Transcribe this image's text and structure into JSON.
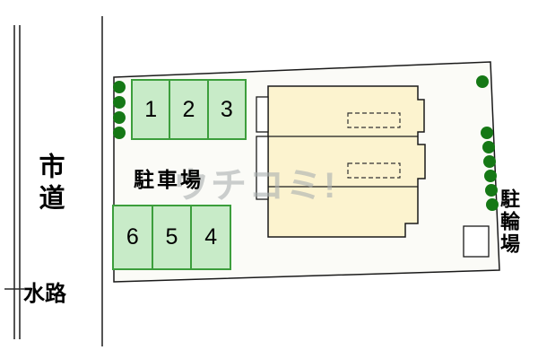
{
  "labels": {
    "road": "市道",
    "waterway": "水路",
    "parking_lot": "駐車場",
    "bicycle_parking": "駐輪場",
    "watermark": "ウチコミ!"
  },
  "parking": {
    "top_row": [
      "1",
      "2",
      "3"
    ],
    "bottom_row": [
      "6",
      "5",
      "4"
    ]
  },
  "colors": {
    "stall_fill": "#c8ebc8",
    "stall_border": "#3c9e3c",
    "building_fill": "#fcf3cf",
    "tree_green": "#157815",
    "outline_black": "#1a1a1a",
    "watermark_gray": "#aab0b0"
  }
}
